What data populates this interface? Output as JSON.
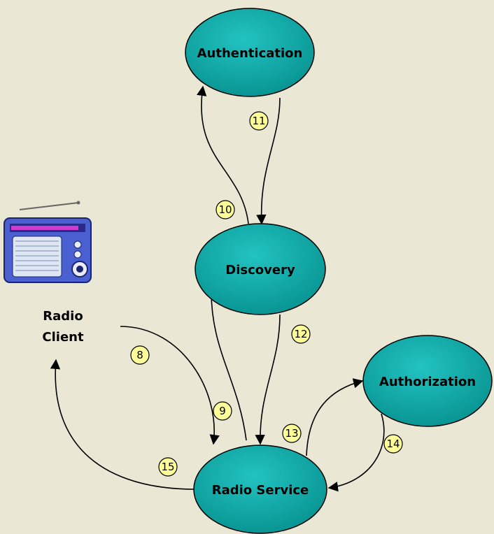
{
  "nodes": {
    "authentication": "Authentication",
    "discovery": "Discovery",
    "authorization": "Authorization",
    "radio_service": "Radio Service"
  },
  "client": {
    "line1": "Radio",
    "line2": "Client",
    "icon": "radio-icon"
  },
  "steps": {
    "s8": "8",
    "s9": "9",
    "s10": "10",
    "s11": "11",
    "s12": "12",
    "s13": "13",
    "s14": "14",
    "s15": "15"
  },
  "colors": {
    "background": "#ebe7d5",
    "node_fill": "#0ba8a6",
    "step_badge": "#ffff99",
    "radio_body": "#4a5fd0"
  }
}
